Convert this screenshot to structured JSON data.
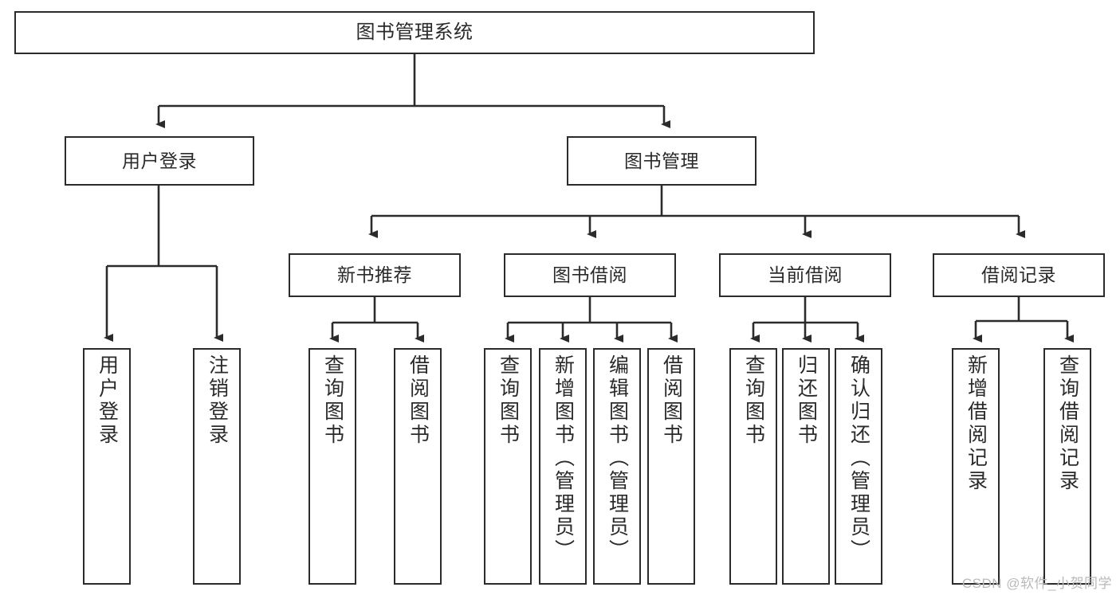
{
  "diagram": {
    "title": "图书管理系统",
    "type": "tree-hierarchy",
    "watermark": "CSDN @软件_小贺同学",
    "colors": {
      "background": "#ffffff",
      "box_border": "#2b2b2b",
      "box_fill": "#ffffff",
      "text": "#2a2a2a",
      "edge": "#2b2b2b",
      "watermark": "#b9b9b9"
    },
    "nodes": {
      "root": {
        "label": "图书管理系统"
      },
      "level2": [
        {
          "label": "用户登录"
        },
        {
          "label": "图书管理"
        }
      ],
      "level3": [
        {
          "label": "新书推荐"
        },
        {
          "label": "图书借阅"
        },
        {
          "label": "当前借阅"
        },
        {
          "label": "借阅记录"
        }
      ],
      "leaves_user_login": [
        {
          "label": "用户登录"
        },
        {
          "label": "注销登录"
        }
      ],
      "leaves_new_book": [
        {
          "label": "查询图书"
        },
        {
          "label": "借阅图书"
        }
      ],
      "leaves_borrow": [
        {
          "label": "查询图书"
        },
        {
          "label": "新增图书（管理员）"
        },
        {
          "label": "编辑图书（管理员）"
        },
        {
          "label": "借阅图书"
        }
      ],
      "leaves_current": [
        {
          "label": "查询图书"
        },
        {
          "label": "归还图书"
        },
        {
          "label": "确认归还（管理员）"
        }
      ],
      "leaves_records": [
        {
          "label": "新增借阅记录"
        },
        {
          "label": "查询借阅记录"
        }
      ]
    }
  }
}
